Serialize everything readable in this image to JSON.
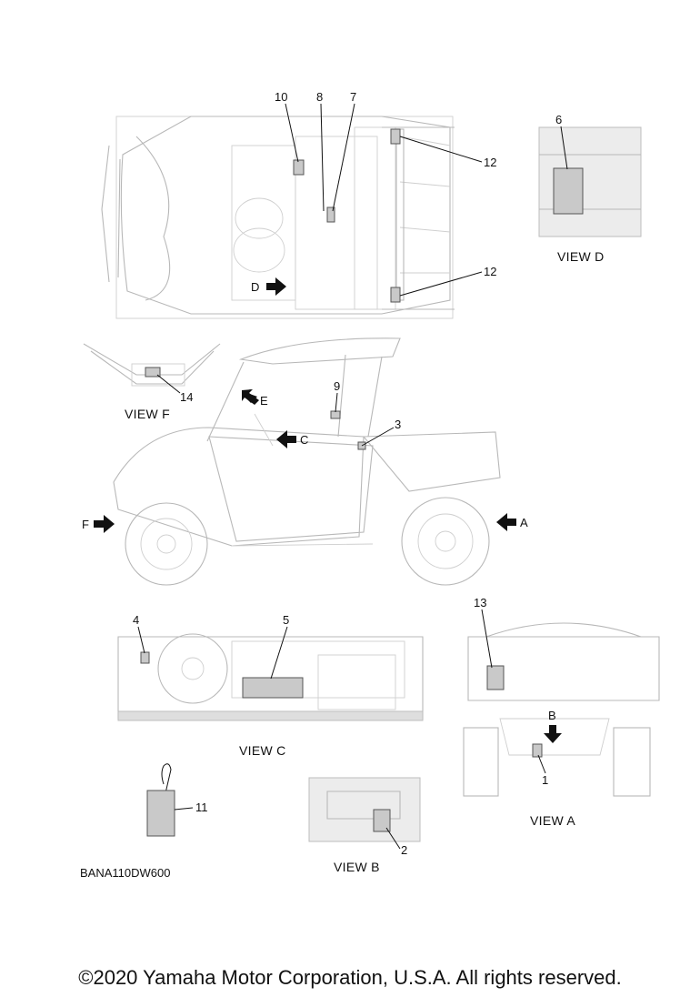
{
  "callouts": {
    "c1": "1",
    "c2": "2",
    "c3": "3",
    "c4": "4",
    "c5": "5",
    "c6": "6",
    "c7": "7",
    "c8": "8",
    "c9": "9",
    "c10": "10",
    "c11": "11",
    "c12a": "12",
    "c12b": "12",
    "c13": "13",
    "c14": "14"
  },
  "view_arrows": {
    "a": "A",
    "b": "B",
    "c": "C",
    "d": "D",
    "e": "E",
    "f": "F"
  },
  "view_titles": {
    "view_a": "VIEW A",
    "view_b": "VIEW B",
    "view_c": "VIEW C",
    "view_d": "VIEW D",
    "view_f": "VIEW F"
  },
  "part_code": "BANA110DW600",
  "copyright": "©2020 Yamaha Motor Corporation, U.S.A. All rights reserved."
}
